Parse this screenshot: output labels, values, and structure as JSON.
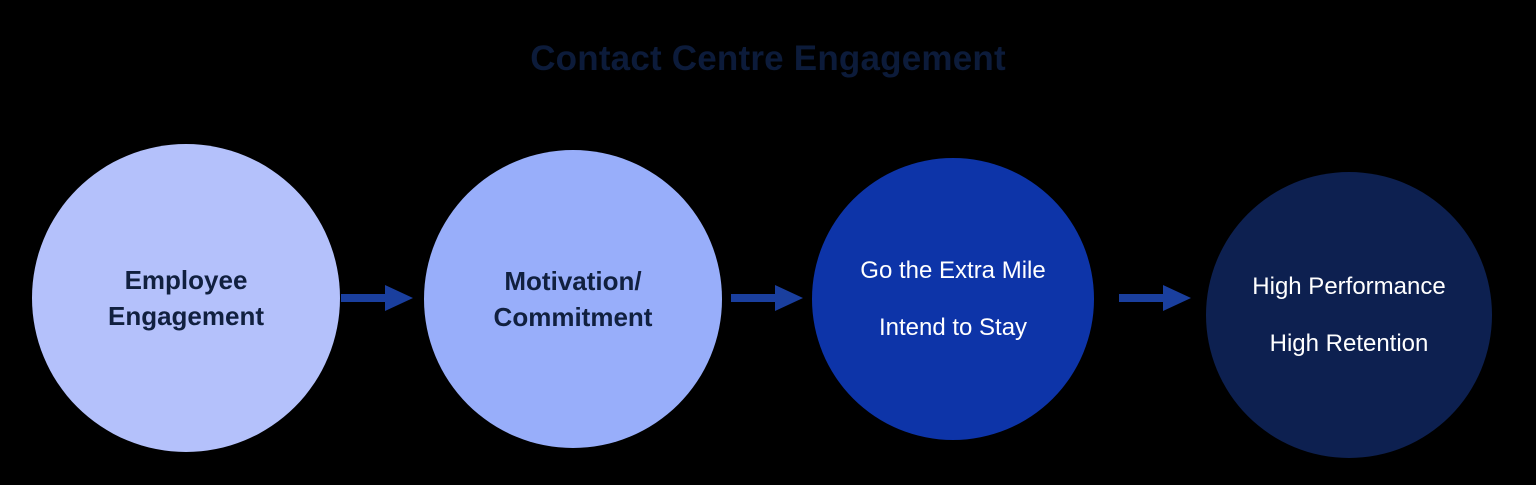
{
  "diagram": {
    "title": "Contact Centre Engagement",
    "background_color": "#000000",
    "title_color": "#0c1b3a",
    "arrow_color": "#1a3f9e",
    "nodes": [
      {
        "id": "employee-engagement",
        "lines": [
          "Employee",
          "Engagement"
        ],
        "fill": "#b4c1fb",
        "text_color": "#11203f"
      },
      {
        "id": "motivation-commitment",
        "lines": [
          "Motivation/",
          "Commitment"
        ],
        "fill": "#98aefa",
        "text_color": "#11203f"
      },
      {
        "id": "go-extra-mile",
        "lines": [
          "Go the Extra Mile",
          "Intend to Stay"
        ],
        "fill": "#0d34a8",
        "text_color": "#ffffff"
      },
      {
        "id": "high-performance",
        "lines": [
          "High Performance",
          "High Retention"
        ],
        "fill": "#0d2050",
        "text_color": "#ffffff"
      }
    ],
    "connectors": [
      {
        "id": "arrow-1",
        "from": "employee-engagement",
        "to": "motivation-commitment",
        "icon": "arrow-right-icon"
      },
      {
        "id": "arrow-2",
        "from": "motivation-commitment",
        "to": "go-extra-mile",
        "icon": "arrow-right-icon"
      },
      {
        "id": "arrow-3",
        "from": "go-extra-mile",
        "to": "high-performance",
        "icon": "arrow-right-icon"
      }
    ]
  }
}
